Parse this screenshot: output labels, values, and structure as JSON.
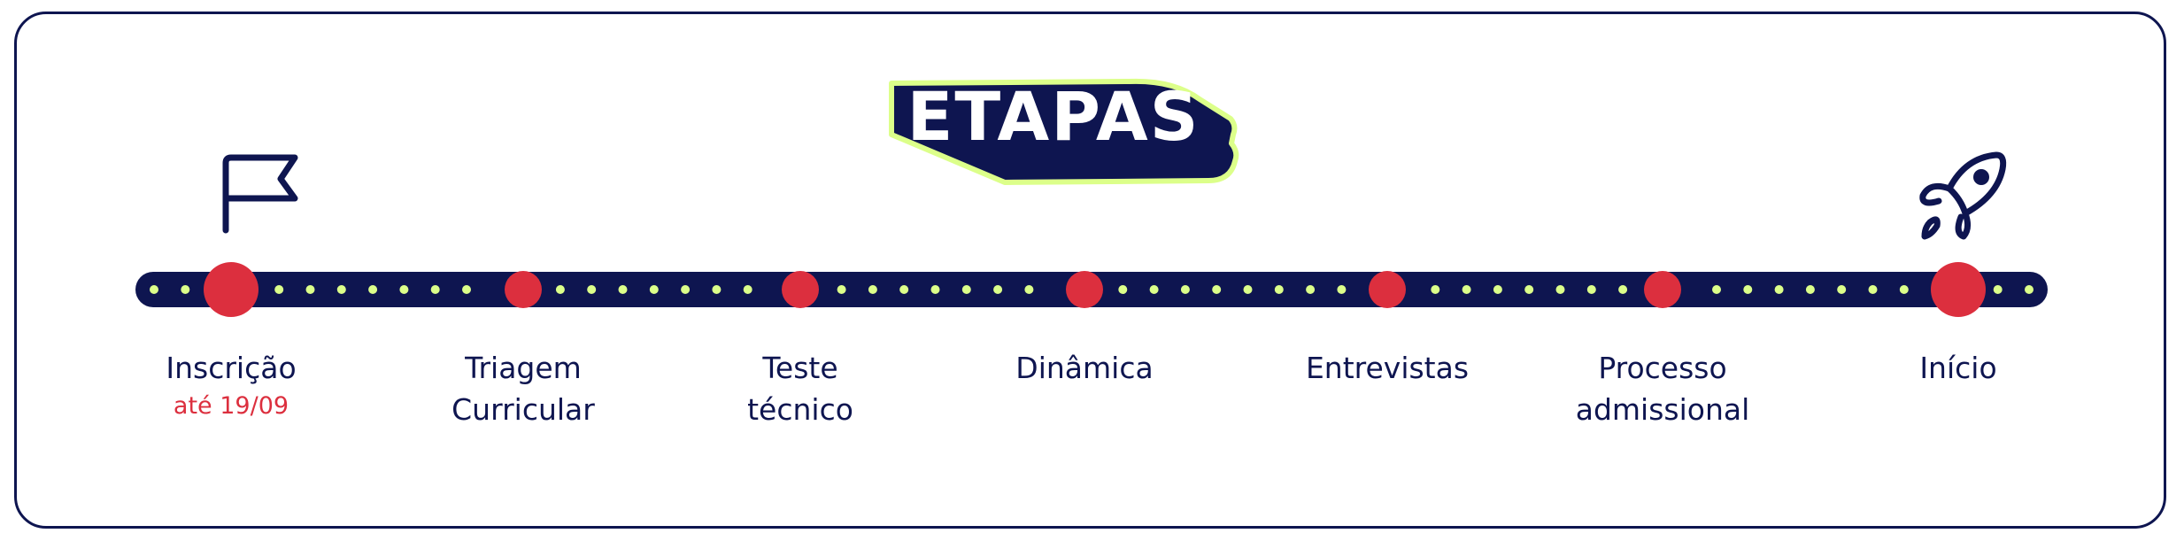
{
  "title": "ETAPAS",
  "colors": {
    "navy": "#0e1550",
    "accent": "#dc2f3e",
    "dots": "#dcff8a"
  },
  "start_icon": "flag-icon",
  "end_icon": "rocket-icon",
  "steps": [
    {
      "line1": "Inscrição",
      "line2": "",
      "note": "até 19/09",
      "major": true
    },
    {
      "line1": "Triagem",
      "line2": "Curricular",
      "note": "",
      "major": false
    },
    {
      "line1": "Teste",
      "line2": "técnico",
      "note": "",
      "major": false
    },
    {
      "line1": "Dinâmica",
      "line2": "",
      "note": "",
      "major": false
    },
    {
      "line1": "Entrevistas",
      "line2": "",
      "note": "",
      "major": false
    },
    {
      "line1": "Processo",
      "line2": "admissional",
      "note": "",
      "major": false
    },
    {
      "line1": "Início",
      "line2": "",
      "note": "",
      "major": true
    }
  ]
}
